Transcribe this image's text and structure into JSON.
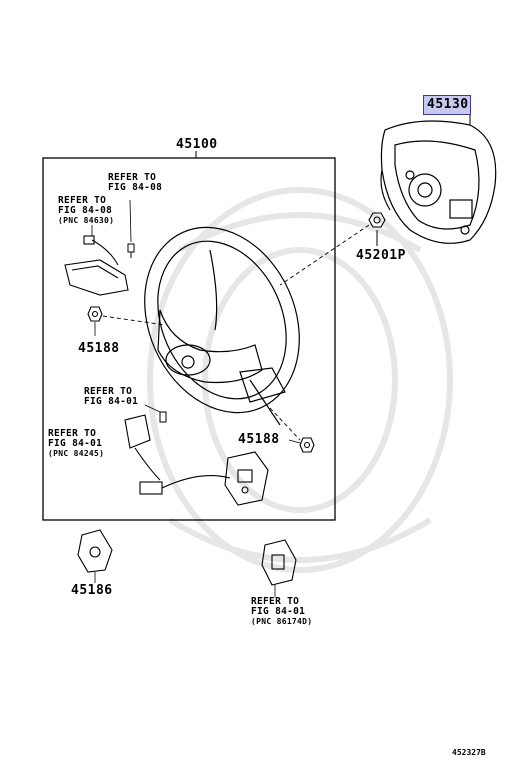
{
  "parts": {
    "p45100": "45100",
    "p45130": "45130",
    "p45201p": "45201P",
    "p45188_left": "45188",
    "p45188_right": "45188",
    "p45186": "45186"
  },
  "refs": {
    "ref_top": {
      "line1": "REFER TO",
      "line2": "FIG 84-08"
    },
    "ref_switch": {
      "line1": "REFER TO",
      "line2": "FIG 84-08",
      "line3": "(PNC 84630)"
    },
    "ref_screw": {
      "line1": "REFER TO",
      "line2": "FIG 84-01"
    },
    "ref_harness": {
      "line1": "REFER TO",
      "line2": "FIG 84-01",
      "line3": "(PNC 84245)"
    },
    "ref_bottom": {
      "line1": "REFER TO",
      "line2": "FIG 84-01",
      "line3": "(PNC 86174D)"
    }
  },
  "footer": {
    "code": "452327B"
  },
  "colors": {
    "highlight": "#c8c8f0",
    "ink": "#000000",
    "watermark": "#e6e6e6"
  }
}
